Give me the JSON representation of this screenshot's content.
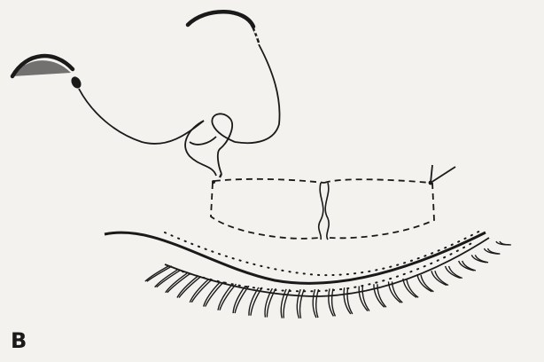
{
  "figure": {
    "panel_label": "B",
    "colors": {
      "background": "#f4f2ef",
      "ink": "#1a1a1a"
    },
    "elements": [
      "double-armed-suture",
      "curved-needle-left",
      "curved-needle-right",
      "suture-loop",
      "dashed-incision-outline",
      "arrow-pointer",
      "eyelid-margin",
      "eyelashes"
    ]
  }
}
